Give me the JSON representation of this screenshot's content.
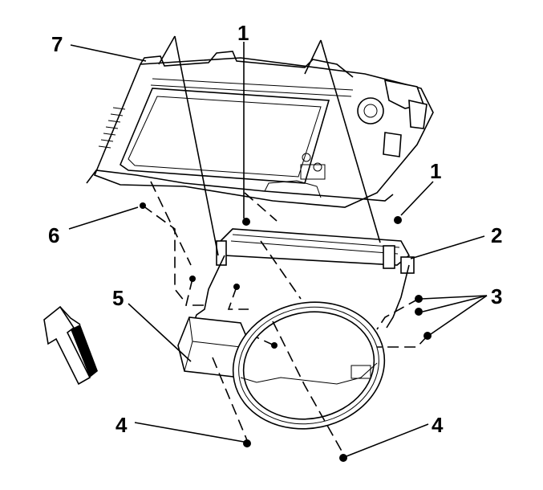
{
  "callouts": [
    {
      "id": "c7",
      "label": "7"
    },
    {
      "id": "c1a",
      "label": "1"
    },
    {
      "id": "c1b",
      "label": "1"
    },
    {
      "id": "c2",
      "label": "2"
    },
    {
      "id": "c6",
      "label": "6"
    },
    {
      "id": "c5",
      "label": "5"
    },
    {
      "id": "c3",
      "label": "3"
    },
    {
      "id": "c4a",
      "label": "4"
    },
    {
      "id": "c4b",
      "label": "4"
    }
  ]
}
